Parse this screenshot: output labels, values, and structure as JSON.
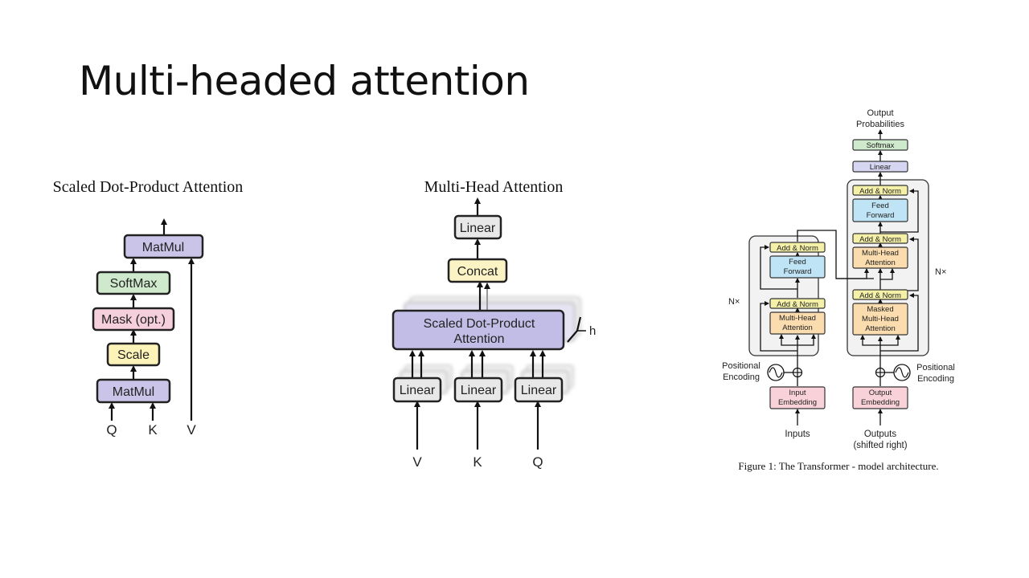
{
  "slide": {
    "title": "Multi-headed attention"
  },
  "colors": {
    "matmul": "#c9c4e8",
    "softmax": "#cfe9cc",
    "mask": "#f6cfdc",
    "scale": "#fbf3b8",
    "linear": "#e8e8e8",
    "concat": "#fbf3c4",
    "sdpa": "#c2bde6",
    "ff": "#bfe4f5",
    "mha": "#fbdcae",
    "addnorm": "#f5f0a8",
    "embed": "#f8d2d8",
    "linear_out": "#d6d6f2",
    "softmax_out": "#cfe9cc",
    "encoder_bg": "#f2f2f2"
  },
  "sdpa_diagram": {
    "title": "Scaled Dot-Product Attention",
    "matmul_top": "MatMul",
    "softmax": "SoftMax",
    "mask": "Mask (opt.)",
    "scale": "Scale",
    "matmul_bottom": "MatMul",
    "inputs": {
      "q": "Q",
      "k": "K",
      "v": "V"
    }
  },
  "mha_diagram": {
    "title": "Multi-Head Attention",
    "linear_out": "Linear",
    "concat": "Concat",
    "sdpa_line1": "Scaled Dot-Product",
    "sdpa_line2": "Attention",
    "h_label": "h",
    "linear_v": "Linear",
    "linear_k": "Linear",
    "linear_q": "Linear",
    "inputs": {
      "v": "V",
      "k": "K",
      "q": "Q"
    }
  },
  "transformer_diagram": {
    "output_line1": "Output",
    "output_line2": "Probabilities",
    "softmax": "Softmax",
    "linear": "Linear",
    "dec_addnorm3": "Add & Norm",
    "dec_ff_line1": "Feed",
    "dec_ff_line2": "Forward",
    "dec_addnorm2": "Add & Norm",
    "dec_mha_line1": "Multi-Head",
    "dec_mha_line2": "Attention",
    "dec_addnorm1": "Add & Norm",
    "dec_masked_line1": "Masked",
    "dec_masked_line2": "Multi-Head",
    "dec_masked_line3": "Attention",
    "enc_addnorm2": "Add & Norm",
    "enc_ff_line1": "Feed",
    "enc_ff_line2": "Forward",
    "enc_addnorm1": "Add & Norm",
    "enc_mha_line1": "Multi-Head",
    "enc_mha_line2": "Attention",
    "enc_nx": "N×",
    "dec_nx": "N×",
    "pos_enc_left_line1": "Positional",
    "pos_enc_left_line2": "Encoding",
    "pos_enc_right_line1": "Positional",
    "pos_enc_right_line2": "Encoding",
    "input_emb_line1": "Input",
    "input_emb_line2": "Embedding",
    "output_emb_line1": "Output",
    "output_emb_line2": "Embedding",
    "inputs": "Inputs",
    "outputs_line1": "Outputs",
    "outputs_line2": "(shifted right)",
    "caption": "Figure 1: The Transformer - model architecture."
  }
}
